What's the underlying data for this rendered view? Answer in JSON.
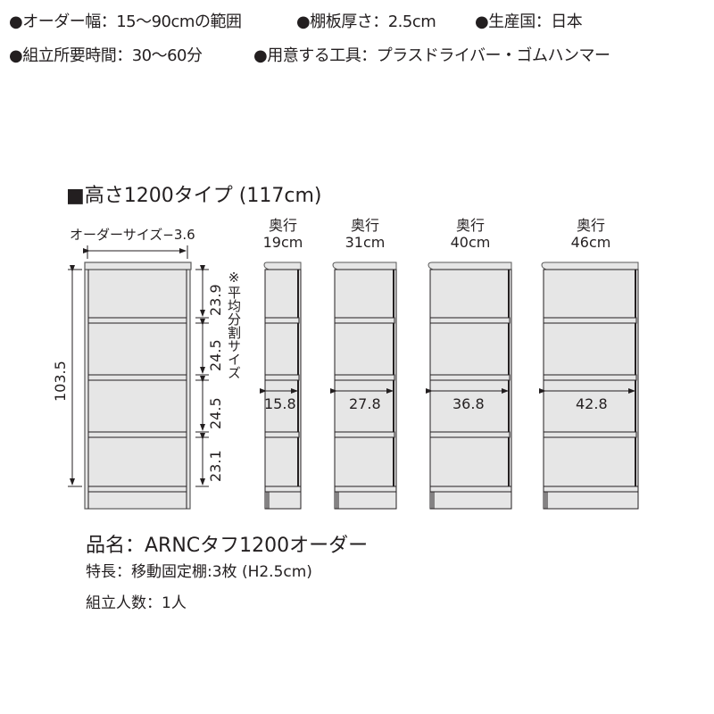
{
  "specs": {
    "line1": [
      {
        "label": "●オーダー幅：15〜90cmの範囲"
      },
      {
        "label": "●棚板厚さ：2.5cm"
      },
      {
        "label": "●生産国：日本"
      }
    ],
    "line2": [
      {
        "label": "●組立所要時間：30〜60分"
      },
      {
        "label": "●用意する工具：プラスドライバー・ゴムハンマー"
      }
    ]
  },
  "section": {
    "title": "■高さ1200タイプ (117cm)"
  },
  "front_view": {
    "width_label": "オーダーサイズ−3.6",
    "height_label": "103.5",
    "note": "※平均分割サイズ",
    "compartments": [
      "23.9",
      "24.5",
      "24.5",
      "23.1"
    ]
  },
  "side_views": [
    {
      "depth_title": "奥行",
      "depth_value": "19cm",
      "inner": "15.8"
    },
    {
      "depth_title": "奥行",
      "depth_value": "31cm",
      "inner": "27.8"
    },
    {
      "depth_title": "奥行",
      "depth_value": "40cm",
      "inner": "36.8"
    },
    {
      "depth_title": "奥行",
      "depth_value": "46cm",
      "inner": "42.8"
    }
  ],
  "product": {
    "name": "品名：ARNCタフ1200オーダー",
    "feature": "特長：移動固定棚:3枚 (H2.5cm)",
    "assembly": "組立人数：1人"
  },
  "colors": {
    "line": "#231f20",
    "panel": "#e6e6e6",
    "edge": "#5a5a5a"
  }
}
